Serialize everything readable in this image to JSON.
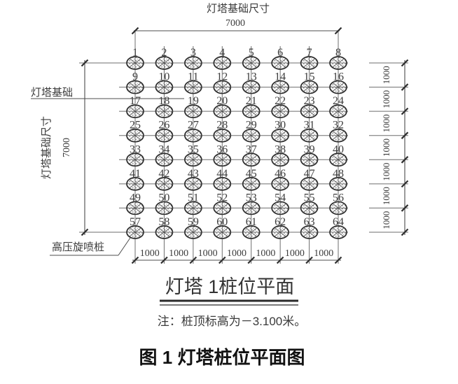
{
  "drawing": {
    "top_dim": {
      "title": "灯塔基础尺寸",
      "value": "7000"
    },
    "left_dim": {
      "title": "灯塔基础尺寸",
      "value": "7000"
    },
    "bottom_dim": {
      "segments": [
        "1000",
        "1000",
        "1000",
        "1000",
        "1000",
        "1000",
        "1000"
      ]
    },
    "right_dim": {
      "segments": [
        "1000",
        "1000",
        "1000",
        "1000",
        "1000",
        "1000",
        "1000"
      ]
    },
    "labels": {
      "foundation": "灯塔基础",
      "pile_type": "高压旋喷桩"
    },
    "grid": {
      "rows": 8,
      "cols": 8,
      "pile_numbers": [
        1,
        2,
        3,
        4,
        5,
        6,
        7,
        8,
        9,
        10,
        11,
        12,
        13,
        14,
        15,
        16,
        17,
        18,
        19,
        20,
        21,
        22,
        23,
        24,
        25,
        26,
        27,
        28,
        29,
        30,
        31,
        32,
        33,
        34,
        35,
        36,
        37,
        38,
        39,
        40,
        41,
        42,
        43,
        44,
        45,
        46,
        47,
        48,
        49,
        50,
        51,
        52,
        53,
        54,
        55,
        56,
        57,
        58,
        59,
        60,
        61,
        62,
        63,
        64
      ]
    },
    "title": "灯塔 1桩位平面",
    "note": "注：桩顶标高为－3.100米。",
    "caption": "图 1  灯塔桩位平面图"
  },
  "colors": {
    "centerline": "#6e6e6e",
    "dimension": "#4c4c4c",
    "tick": "#2e2e2e",
    "text": "#3c3c3c",
    "caption": "#121212",
    "background": "#ffffff"
  }
}
